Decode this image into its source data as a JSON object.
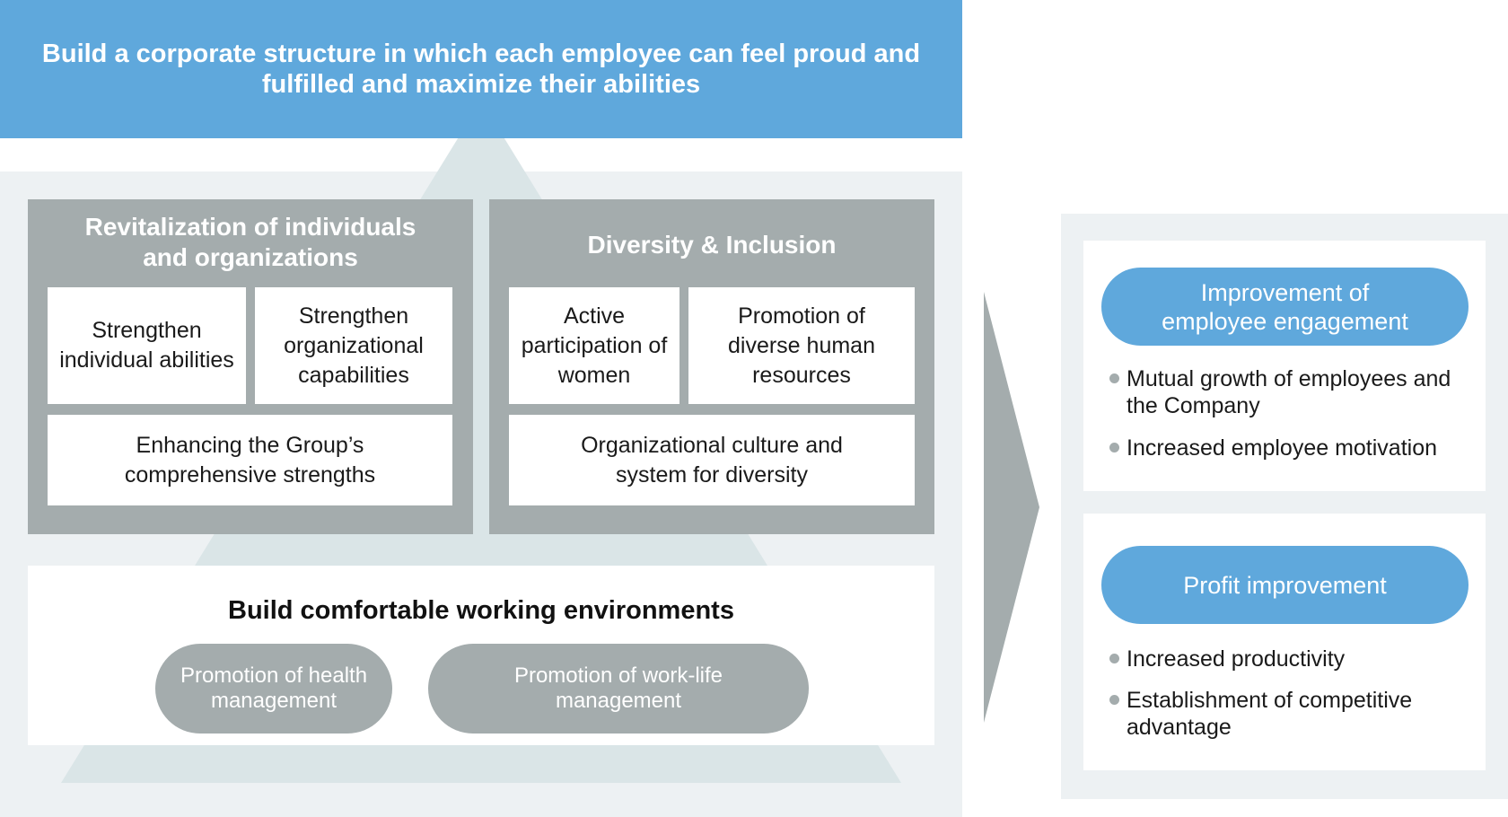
{
  "banner": {
    "title": "Build a corporate structure in which each employee can feel proud and fulfilled and maximize their abilities"
  },
  "revitalization": {
    "title": "Revitalization of individuals and organizations",
    "cells": [
      "Strengthen individual abilities",
      "Strengthen organizational capabilities",
      "Enhancing the Group’s comprehensive strengths"
    ]
  },
  "diversity": {
    "title": "Diversity & Inclusion",
    "cells": [
      "Active participation of women",
      "Promotion of diverse human resources",
      "Organizational culture and system for diversity"
    ]
  },
  "environment": {
    "title": "Build comfortable working environments",
    "pills": [
      "Promotion of health management",
      "Promotion of work-life management"
    ]
  },
  "results": [
    {
      "title": "Improvement of employee engagement",
      "bullets": [
        "Mutual growth of employees and the Company",
        "Increased employee motivation"
      ]
    },
    {
      "title": "Profit improvement",
      "bullets": [
        "Increased productivity",
        "Establishment of competitive advantage"
      ]
    }
  ],
  "colors": {
    "accent_blue": "#5fa8dc",
    "group_grey": "#a4acad",
    "panel_bg": "#edf1f3",
    "pyramid": "#dae5e7"
  }
}
